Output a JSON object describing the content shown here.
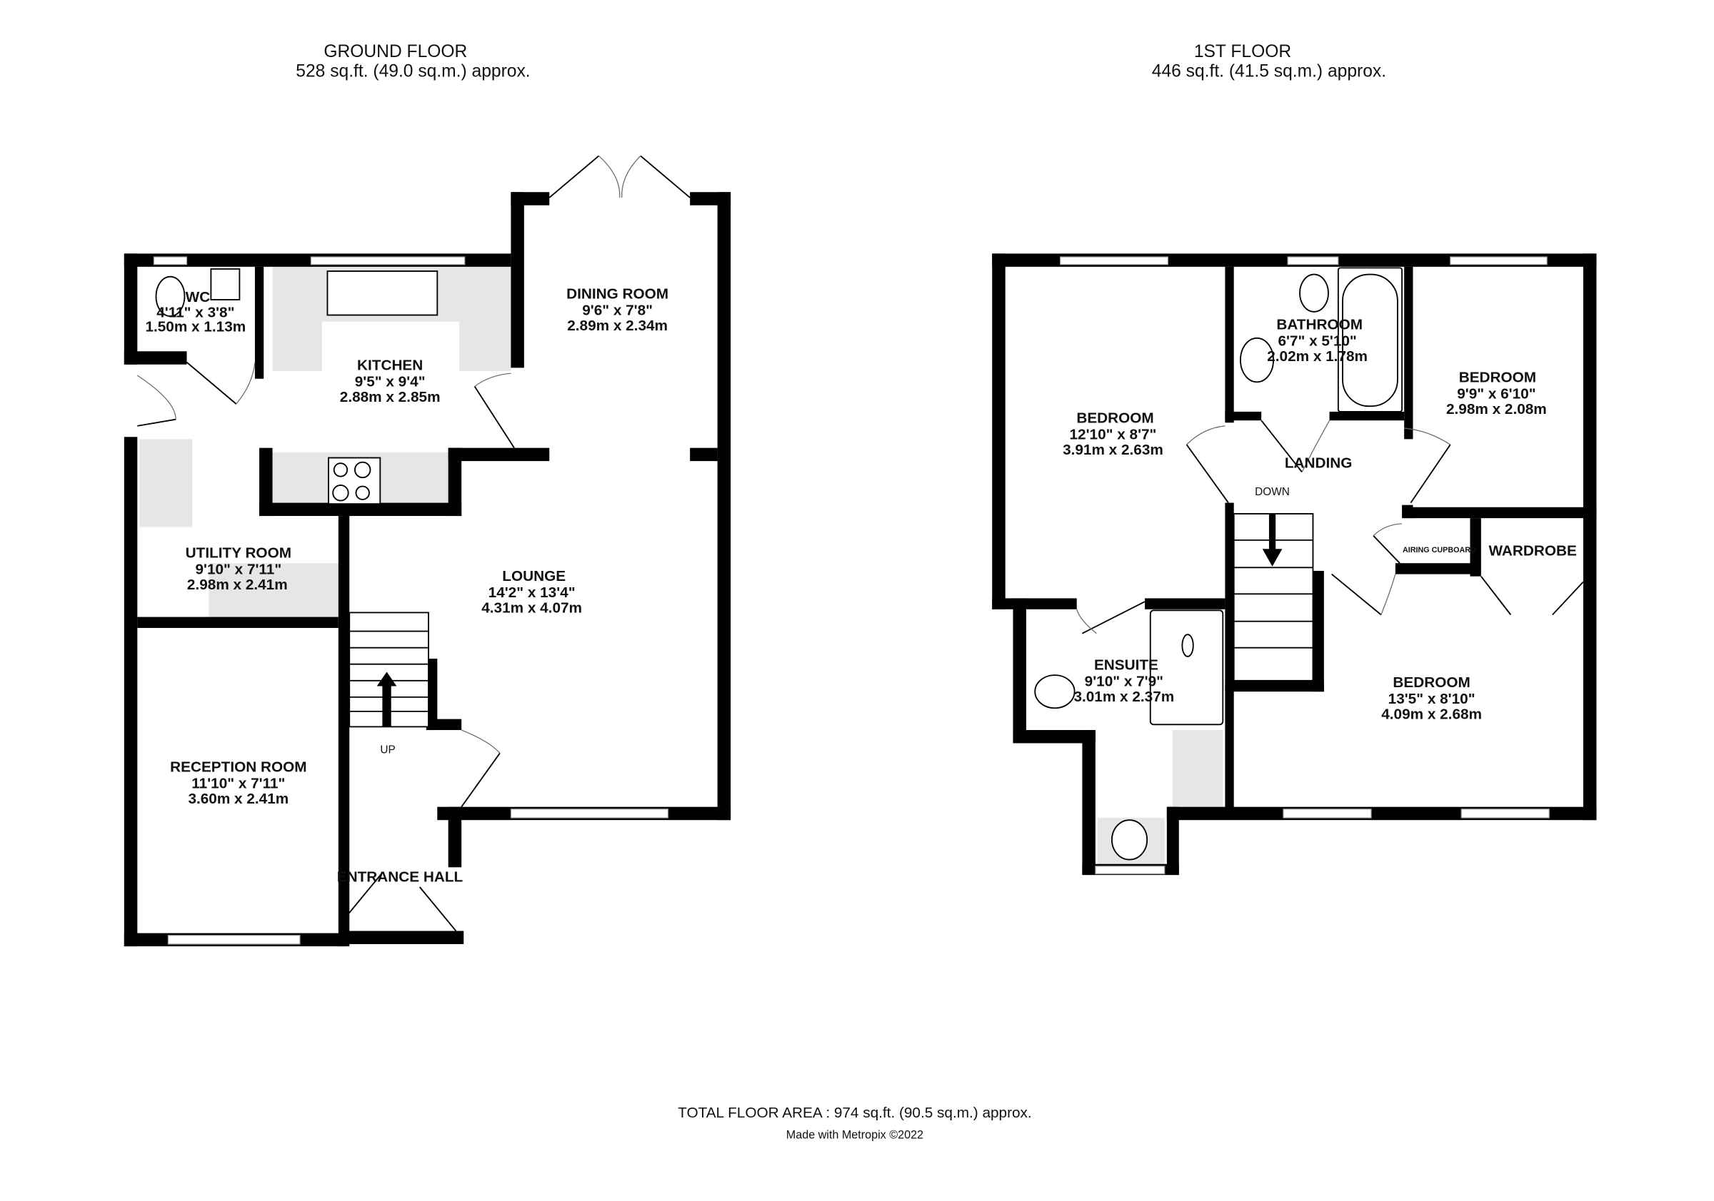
{
  "ground_floor": {
    "title": "GROUND FLOOR",
    "area": "528 sq.ft. (49.0 sq.m.) approx.",
    "rooms": [
      {
        "name": "WC",
        "imperial": "4'11\"  x 3'8\"",
        "metric": "1.50m  x 1.13m"
      },
      {
        "name": "KITCHEN",
        "imperial": "9'5\"  x 9'4\"",
        "metric": "2.88m  x 2.85m"
      },
      {
        "name": "DINING ROOM",
        "imperial": "9'6\"  x 7'8\"",
        "metric": "2.89m  x 2.34m"
      },
      {
        "name": "UTILITY ROOM",
        "imperial": "9'10\"  x 7'11\"",
        "metric": "2.98m  x 2.41m"
      },
      {
        "name": "LOUNGE",
        "imperial": "14'2\"  x 13'4\"",
        "metric": "4.31m  x 4.07m"
      },
      {
        "name": "RECEPTION ROOM",
        "imperial": "11'10\"  x 7'11\"",
        "metric": "3.60m  x 2.41m"
      },
      {
        "name": "ENTRANCE HALL"
      }
    ],
    "stairs_label": "UP"
  },
  "first_floor": {
    "title": "1ST FLOOR",
    "area": "446 sq.ft. (41.5 sq.m.) approx.",
    "rooms": [
      {
        "name": "BEDROOM",
        "imperial": "12'10\"  x 8'7\"",
        "metric": "3.91m  x 2.63m"
      },
      {
        "name": "BATHROOM",
        "imperial": "6'7\"  x 5'10\"",
        "metric": "2.02m  x 1.78m"
      },
      {
        "name": "BEDROOM",
        "imperial": "9'9\"  x 6'10\"",
        "metric": "2.98m  x 2.08m"
      },
      {
        "name": "LANDING"
      },
      {
        "name": "AIRING CUPBOARD"
      },
      {
        "name": "WARDROBE"
      },
      {
        "name": "ENSUITE",
        "imperial": "9'10\"  x 7'9\"",
        "metric": "3.01m  x 2.37m"
      },
      {
        "name": "BEDROOM",
        "imperial": "13'5\"  x 8'10\"",
        "metric": "4.09m  x 2.68m"
      }
    ],
    "stairs_label": "DOWN"
  },
  "footer": {
    "total": "TOTAL FLOOR AREA : 974 sq.ft. (90.5 sq.m.) approx.",
    "credit": "Made with Metropix ©2022"
  }
}
